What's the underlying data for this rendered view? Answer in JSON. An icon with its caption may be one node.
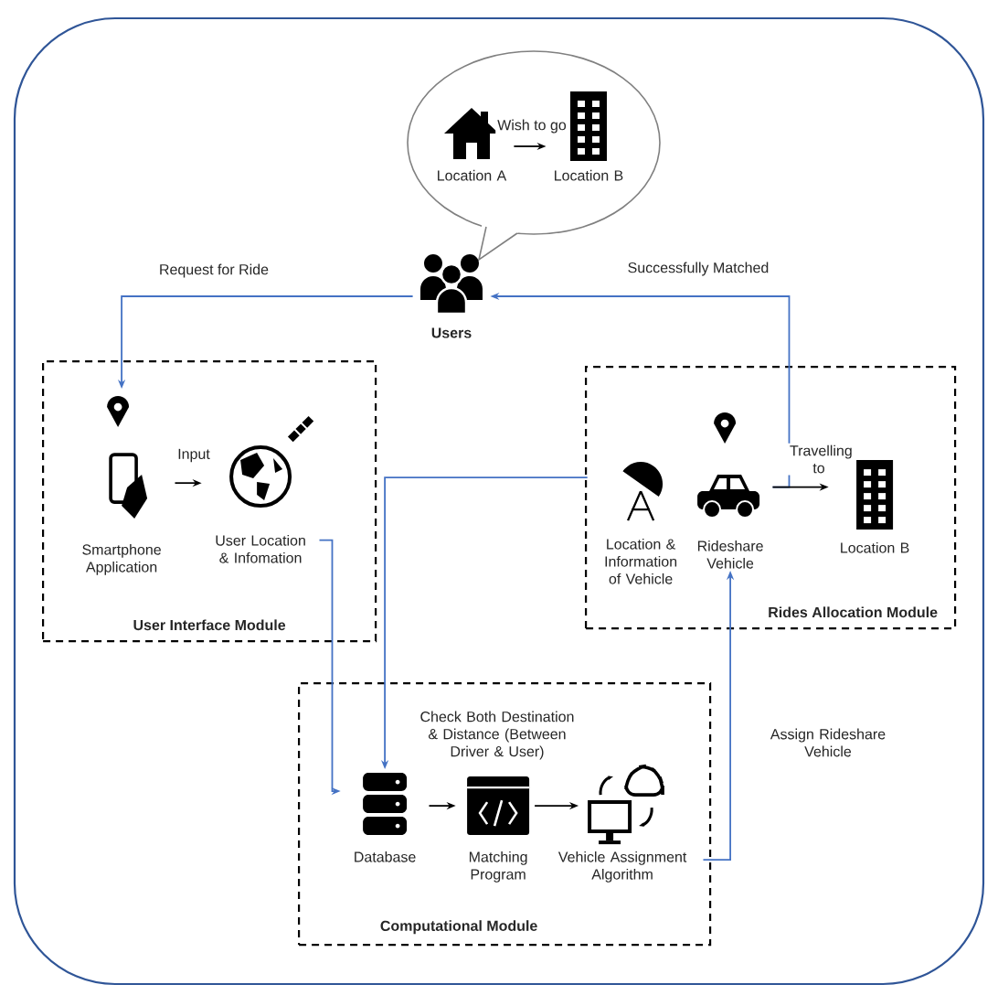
{
  "diagram": {
    "nodes": [
      {
        "text": [],
        "shape": "bubble"
      },
      {
        "text": [
          "Location A"
        ],
        "in": 0
      },
      {
        "text": [
          "Location B"
        ],
        "in": 0
      },
      {
        "text": [
          "Users"
        ]
      },
      {
        "text": [
          "User Interface Module"
        ]
      },
      {
        "text": [
          "Smartphone Application"
        ],
        "in": 4
      },
      {
        "text": [
          "User Location & Infomation"
        ],
        "in": 4
      },
      {
        "text": [
          "Rides Allocation Module"
        ]
      },
      {
        "text": [
          "Location & Information of Vehicle"
        ],
        "in": 7
      },
      {
        "text": [
          "Rideshare Vehicle"
        ],
        "in": 7
      },
      {
        "text": [
          "Location B"
        ],
        "in": 7
      },
      {
        "text": [
          "Computational Module"
        ]
      },
      {
        "text": [
          "Database"
        ],
        "in": 11
      },
      {
        "text": [
          "Matching Program"
        ],
        "in": 11
      },
      {
        "text": [
          "Vehicle Assignment Algorithm"
        ],
        "in": 11
      }
    ],
    "edges": [
      {
        "from": 1,
        "to": 2,
        "arrow": "to",
        "label": "Wish to go"
      },
      {
        "from": 3,
        "to": 5,
        "arrow": "to",
        "label": "Request for Ride",
        "color": "#4472c4"
      },
      {
        "from": 9,
        "to": 3,
        "arrow": "to",
        "label": "Successfully Matched",
        "color": "#4472c4"
      },
      {
        "from": 5,
        "to": 6,
        "arrow": "to",
        "label": "Input"
      },
      {
        "from": 6,
        "to": 12,
        "arrow": "to",
        "color": "#4472c4"
      },
      {
        "from": 8,
        "to": 12,
        "arrow": "to",
        "color": "#4472c4"
      },
      {
        "from": 9,
        "to": 10,
        "arrow": "to",
        "label": "Travelling to"
      },
      {
        "from": 12,
        "to": 13,
        "arrow": "to"
      },
      {
        "from": 13,
        "to": 14,
        "arrow": "to"
      },
      {
        "from": 14,
        "to": 9,
        "arrow": "to",
        "label": "Assign Rideshare Vehicle",
        "color": "#4472c4"
      }
    ],
    "labels": [
      "Check Both Destination & Distance (Between Driver & User)"
    ]
  }
}
